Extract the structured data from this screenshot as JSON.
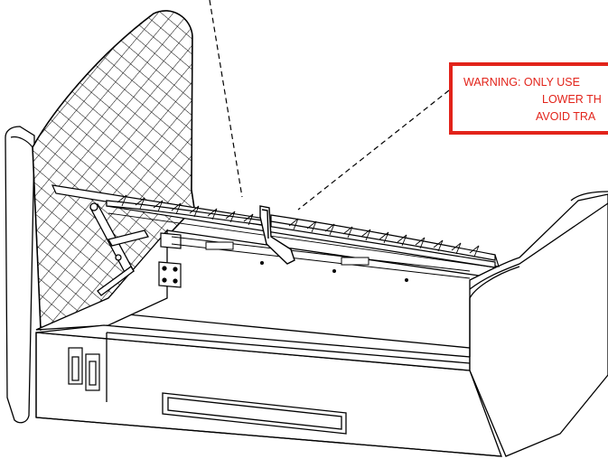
{
  "warning": {
    "line1": "WARNING: ONLY USE",
    "line2": "LOWER TH",
    "line3": "AVOID TRA"
  },
  "colors": {
    "warning": "#e2231a",
    "line": "#000000",
    "background": "#ffffff"
  },
  "icons": {
    "headboard_pattern": "diamond-quilting",
    "slats": "curved-wooden-slats",
    "gas_struts": "hydraulic-lift-struts",
    "pull_strap": "lift-strap"
  }
}
